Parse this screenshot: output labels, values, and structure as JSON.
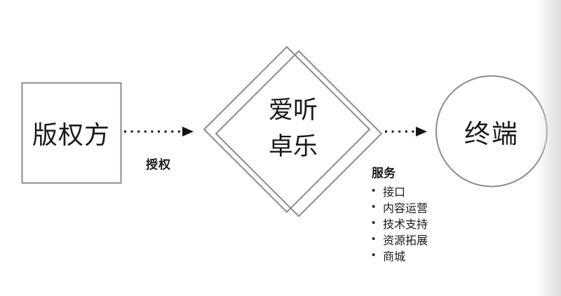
{
  "diagram": {
    "nodes": {
      "copyright": {
        "label": "版权方"
      },
      "platform": {
        "line1": "爱听",
        "line2": "卓乐"
      },
      "terminal": {
        "label": "终端"
      }
    },
    "arrows": {
      "authorize": {
        "label": "授权"
      }
    },
    "services": {
      "title": "服务",
      "bullet": "•",
      "items": [
        "接口",
        "内容运营",
        "技术支持",
        "资源拓展",
        "商城"
      ]
    },
    "colors": {
      "outline": "#8c8c8c",
      "arrow": "#141414",
      "text": "#1a1a1a",
      "edge_shade": "#dcdcdc"
    }
  }
}
